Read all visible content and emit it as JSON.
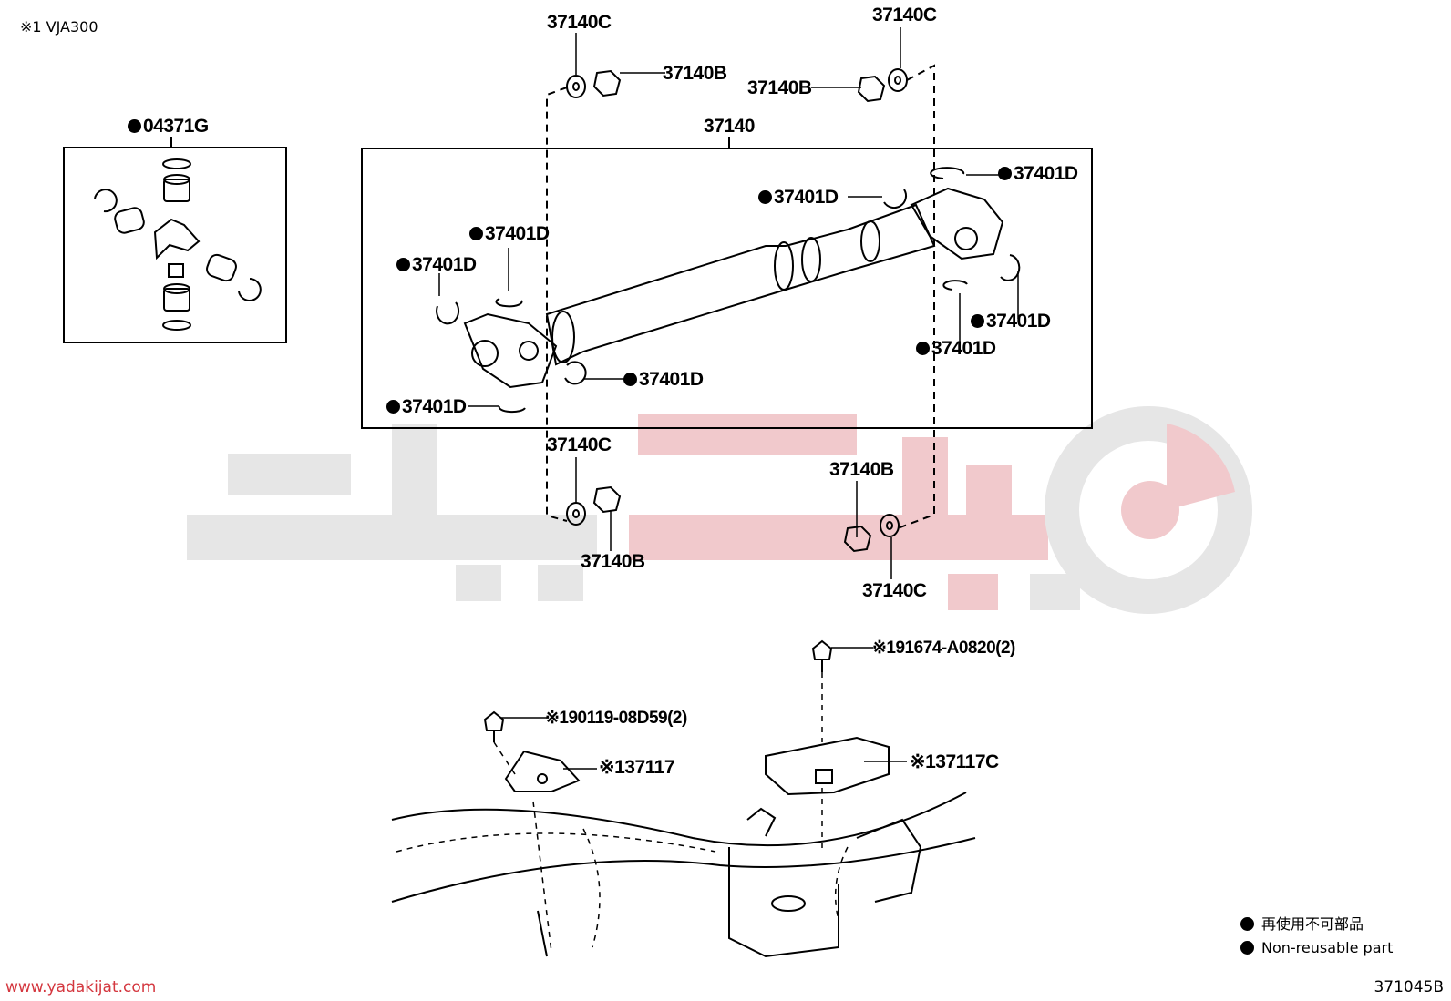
{
  "header_note": "※1 VJA300",
  "watermark": {
    "text": "یدکیجات",
    "url": "www.yadakijat.com",
    "colors": {
      "gray": "#e6e6e6",
      "red": "#f1c9cc",
      "url_red": "#d4373f"
    }
  },
  "diagram_code": "371045B",
  "legend": {
    "jp": "再使用不可部品",
    "en": "Non-reusable part"
  },
  "kit": {
    "label": "04371G",
    "non_reusable": true
  },
  "propeller_shaft": {
    "label": "37140"
  },
  "parts": {
    "washer_top_left": "37140C",
    "nut_top_left": "37140B",
    "washer_top_right": "37140C",
    "nut_top_right": "37140B",
    "washer_bottom_left": "37140C",
    "nut_bottom_left": "37140B",
    "nut_bottom_right": "37140B",
    "washer_bottom_right": "37140C",
    "snap_ring": "37401D"
  },
  "lower": {
    "bolt_1": "※190119-08D59(2)",
    "bracket_1": "※137117",
    "bolt_2": "※191674-A0820(2)",
    "bracket_2": "※137117C"
  }
}
